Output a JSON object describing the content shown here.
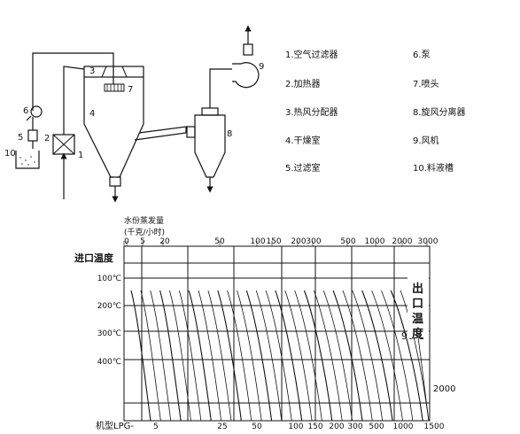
{
  "legend": [
    {
      "num": "1.",
      "name": "空气过滤器"
    },
    {
      "num": "2.",
      "name": "加热器"
    },
    {
      "num": "3.",
      "name": "热风分配器"
    },
    {
      "num": "4.",
      "name": "干燥室"
    },
    {
      "num": "5.",
      "name": "过滤室"
    },
    {
      "num": "6.",
      "name": "泵"
    },
    {
      "num": "7.",
      "name": "喷头"
    },
    {
      "num": "8.",
      "name": "旋风分离器"
    },
    {
      "num": "9.",
      "name": "风机"
    },
    {
      "num": "10.",
      "name": "料液槽"
    }
  ],
  "diagram_labels": [
    "1",
    "2",
    "3",
    "4",
    "5",
    "6",
    "7",
    "8",
    "9",
    "10"
  ],
  "chart_data": {
    "type": "line",
    "top_axis": {
      "title": "水份蒸发量",
      "unit": "(千克/小时)",
      "ticks": [
        "0",
        "5",
        "20",
        "50",
        "100",
        "150",
        "200",
        "300",
        "500",
        "1000",
        "2000",
        "3000"
      ]
    },
    "left_axis": {
      "title": "进口温度",
      "ticks": [
        "100℃",
        "200℃",
        "300℃",
        "400℃"
      ]
    },
    "right_axis": {
      "title_chars": [
        "出",
        "口",
        "温",
        "度"
      ],
      "value_label": "90℃",
      "side_label": "2000"
    },
    "bottom_axis": {
      "title": "机型LPG-",
      "ticks": [
        "5",
        "25",
        "50",
        "100",
        "150",
        "200",
        "300",
        "500",
        "1000",
        "1500"
      ]
    },
    "curve_count": 30
  }
}
